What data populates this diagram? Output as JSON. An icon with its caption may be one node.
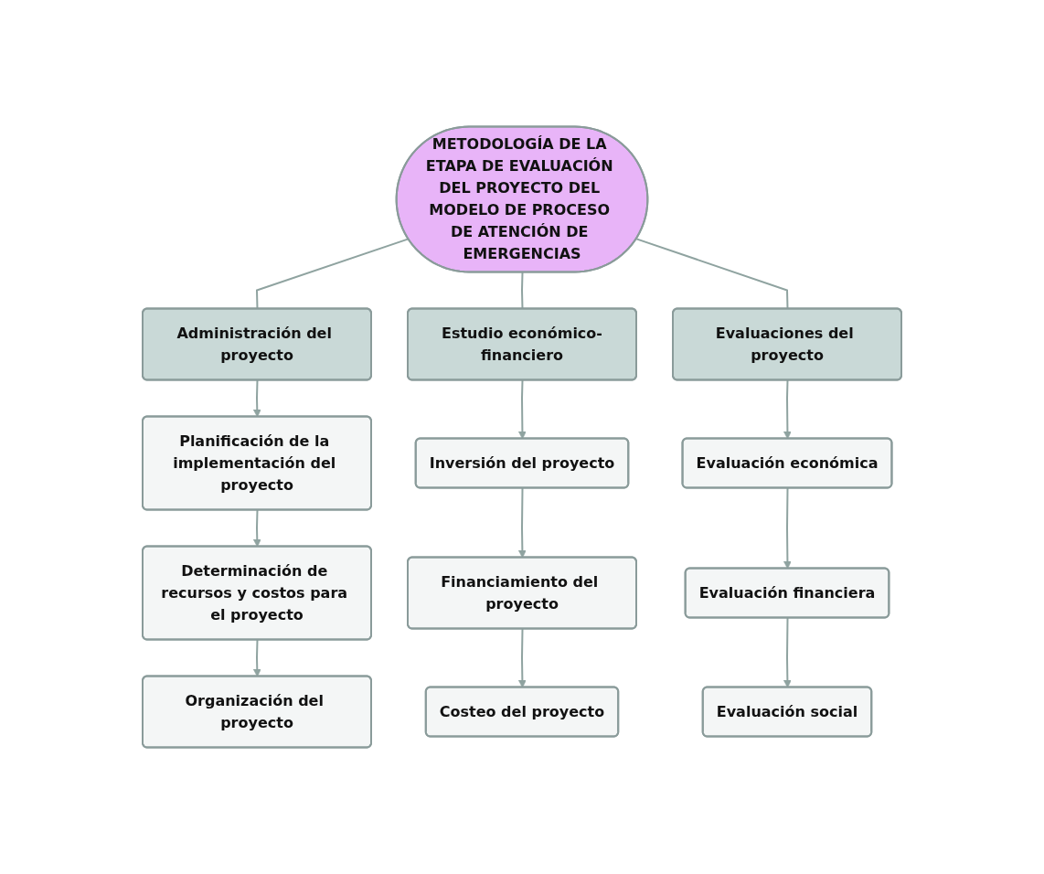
{
  "diagram": {
    "nodes": [
      {
        "text": [
          "METODOLOGÍA DE LA ETAPA DE EVALUACIÓN DEL PROYECTO DEL MODELO DE PROCESO DE ATENCIÓN DE EMERGENCIAS"
        ]
      },
      {
        "text": [
          "Administración del proyecto"
        ]
      },
      {
        "text": [
          "Estudio económico-financiero"
        ]
      },
      {
        "text": [
          "Evaluaciones del proyecto"
        ]
      },
      {
        "text": [
          "Planificación de la implementación del proyecto"
        ]
      },
      {
        "text": [
          "Determinación de recursos y costos para el proyecto"
        ]
      },
      {
        "text": [
          "Organización del proyecto"
        ]
      },
      {
        "text": [
          "Inversión del proyecto"
        ]
      },
      {
        "text": [
          "Financiamiento del proyecto"
        ]
      },
      {
        "text": [
          "Costeo del proyecto"
        ]
      },
      {
        "text": [
          "Evaluación económica"
        ]
      },
      {
        "text": [
          "Evaluación financiera"
        ]
      },
      {
        "text": [
          "Evaluación social"
        ]
      }
    ],
    "edges": [
      {
        "from": 0,
        "to": 1,
        "arrow": "none"
      },
      {
        "from": 0,
        "to": 2,
        "arrow": "none"
      },
      {
        "from": 0,
        "to": 3,
        "arrow": "none"
      },
      {
        "from": 1,
        "to": 4,
        "arrow": "to"
      },
      {
        "from": 4,
        "to": 5,
        "arrow": "to"
      },
      {
        "from": 5,
        "to": 6,
        "arrow": "to"
      },
      {
        "from": 2,
        "to": 7,
        "arrow": "to"
      },
      {
        "from": 7,
        "to": 8,
        "arrow": "to"
      },
      {
        "from": 8,
        "to": 9,
        "arrow": "to"
      },
      {
        "from": 3,
        "to": 10,
        "arrow": "to"
      },
      {
        "from": 10,
        "to": 11,
        "arrow": "to"
      },
      {
        "from": 11,
        "to": 12,
        "arrow": "to"
      }
    ]
  }
}
